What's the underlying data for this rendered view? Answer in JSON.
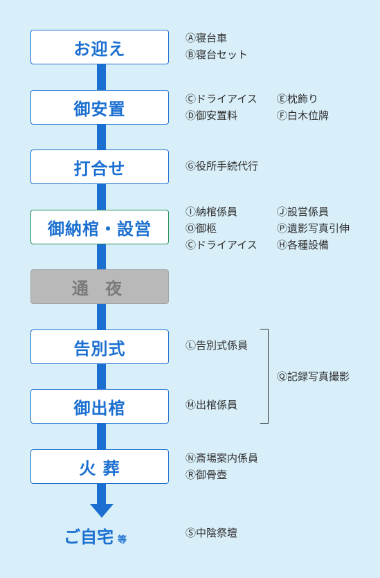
{
  "steps": [
    {
      "label": "お迎え"
    },
    {
      "label": "御安置"
    },
    {
      "label": "打合せ"
    },
    {
      "label": "御納棺・設営"
    },
    {
      "label": "通 夜"
    },
    {
      "label": "告別式"
    },
    {
      "label": "御出棺"
    },
    {
      "label": "火 葬"
    }
  ],
  "destination": {
    "label": "ご自宅",
    "suffix": "等"
  },
  "items": {
    "A": "Ⓐ寝台車",
    "B": "Ⓑ寝台セット",
    "C": "Ⓒドライアイス",
    "D": "Ⓓ御安置料",
    "E": "Ⓔ枕飾り",
    "F": "Ⓕ白木位牌",
    "G": "Ⓖ役所手続代行",
    "I": "Ⓘ納棺係員",
    "J": "Ⓙ設営係員",
    "O": "Ⓞ御柩",
    "P": "Ⓟ遺影写真引伸",
    "C2": "Ⓒドライアイス",
    "H": "Ⓗ各種設備",
    "L": "Ⓛ告別式係員",
    "M": "Ⓜ出棺係員",
    "Q": "Ⓠ記録写真撮影",
    "N": "Ⓝ斎場案内係員",
    "R": "Ⓡ御骨壺",
    "S": "Ⓢ中陰祭壇"
  },
  "colors": {
    "background": "#d8eef8",
    "accent": "#1a6fd0",
    "inactive_fill": "#b9b9b9",
    "inactive_text": "#7a7a7a",
    "highlight_border": "#1f8f57"
  }
}
